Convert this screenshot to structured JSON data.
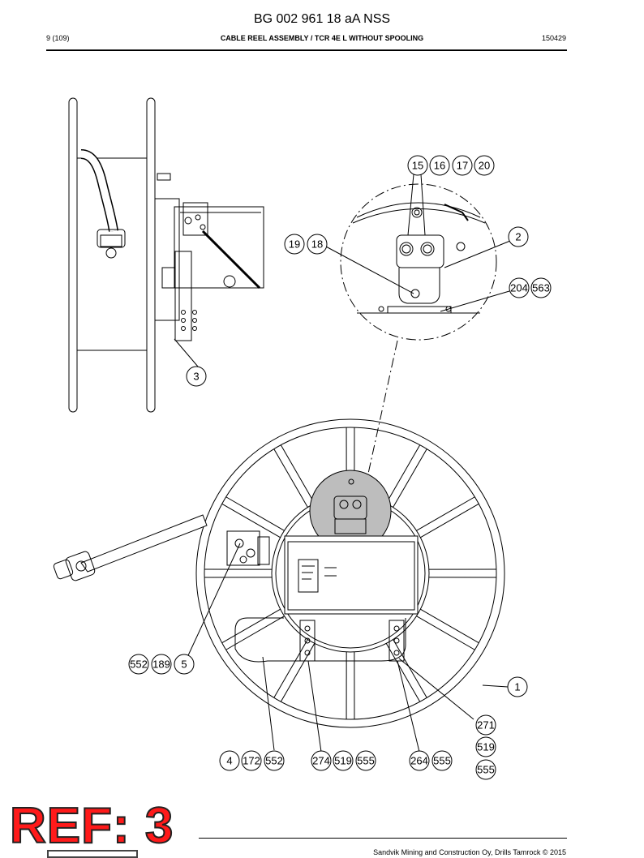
{
  "document": {
    "title": "BG 002 961 18 aA NSS",
    "page": "9 (109)",
    "heading": "CABLE REEL ASSEMBLY / TCR 4E L WITHOUT SPOOLING",
    "date_code": "150429"
  },
  "ref_stamp": "REF: 3",
  "footer": {
    "copyright": "Sandvik Mining and Construction Oy, Drills Tamrock © 2015"
  },
  "callouts": {
    "c15": "15",
    "c16": "16",
    "c17": "17",
    "c20": "20",
    "c2": "2",
    "c19": "19",
    "c18": "18",
    "c204": "204",
    "c563": "563",
    "c3": "3",
    "c552a": "552",
    "c189": "189",
    "c5": "5",
    "c1": "1",
    "c271": "271",
    "c519a": "519",
    "c555a": "555",
    "c4": "4",
    "c172": "172",
    "c552b": "552",
    "c274": "274",
    "c519b": "519",
    "c555b": "555",
    "c264": "264",
    "c555c": "555"
  },
  "colors": {
    "stamp_fill": "#ff1a1a",
    "line": "#000000",
    "highlight": "#bdbdbd"
  }
}
